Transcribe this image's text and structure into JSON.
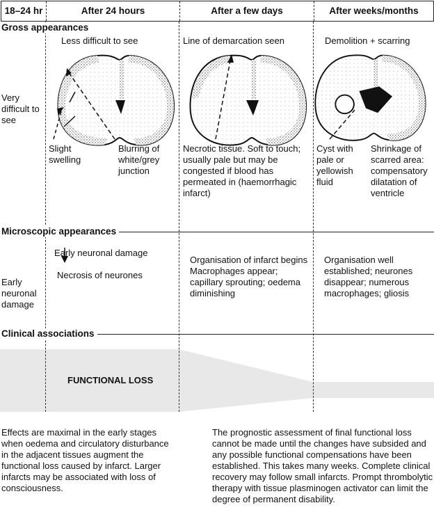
{
  "header": {
    "columns": [
      "18–24 hr",
      "After 24 hours",
      "After a few days",
      "After weeks/months"
    ]
  },
  "sections": {
    "gross": "Gross appearances",
    "micro": "Microscopic appearances",
    "clinical": "Clinical associations"
  },
  "gross": {
    "col0": "Very difficult to see",
    "col1_title": "Less difficult to see",
    "col1_note_a": "Slight swelling",
    "col1_note_b": "Blurring of white/grey junction",
    "col2_title": "Line of demarcation seen",
    "col2_note": "Necrotic tissue. Soft to touch; usually pale but may be congested if blood has permeated in (haemorrhagic infarct)",
    "col3_title": "Demolition + scarring",
    "col3_note_a": "Cyst with pale or yellowish fluid",
    "col3_note_b": "Shrinkage of scarred area: compensatory dilatation of ventricle"
  },
  "micro": {
    "col0": "Early neuronal damage",
    "col1_top": "Early neuronal damage",
    "col1_bottom": "Necrosis of neurones",
    "col2": "Organisation of infarct begins\nMacrophages appear; capillary sprouting; oedema diminishing",
    "col3": "Organisation well established; neurones disappear; numerous macrophages; gliosis"
  },
  "clinical": {
    "band_label": "FUNCTIONAL LOSS",
    "band_color": "#e8e8e8",
    "left_text": "Effects are maximal in the early stages when oedema and circulatory disturbance in the adjacent tissues augment the functional loss caused by infarct. Larger infarcts may be associated with loss of consciousness.",
    "right_text": "The prognostic assessment of final functional loss cannot be made until the changes have subsided and any possible functional compensations have been established. This takes many weeks. Complete clinical recovery may follow small infarcts. Prompt thrombolytic therapy with tissue plasminogen activator can limit the degree of permanent disability."
  }
}
